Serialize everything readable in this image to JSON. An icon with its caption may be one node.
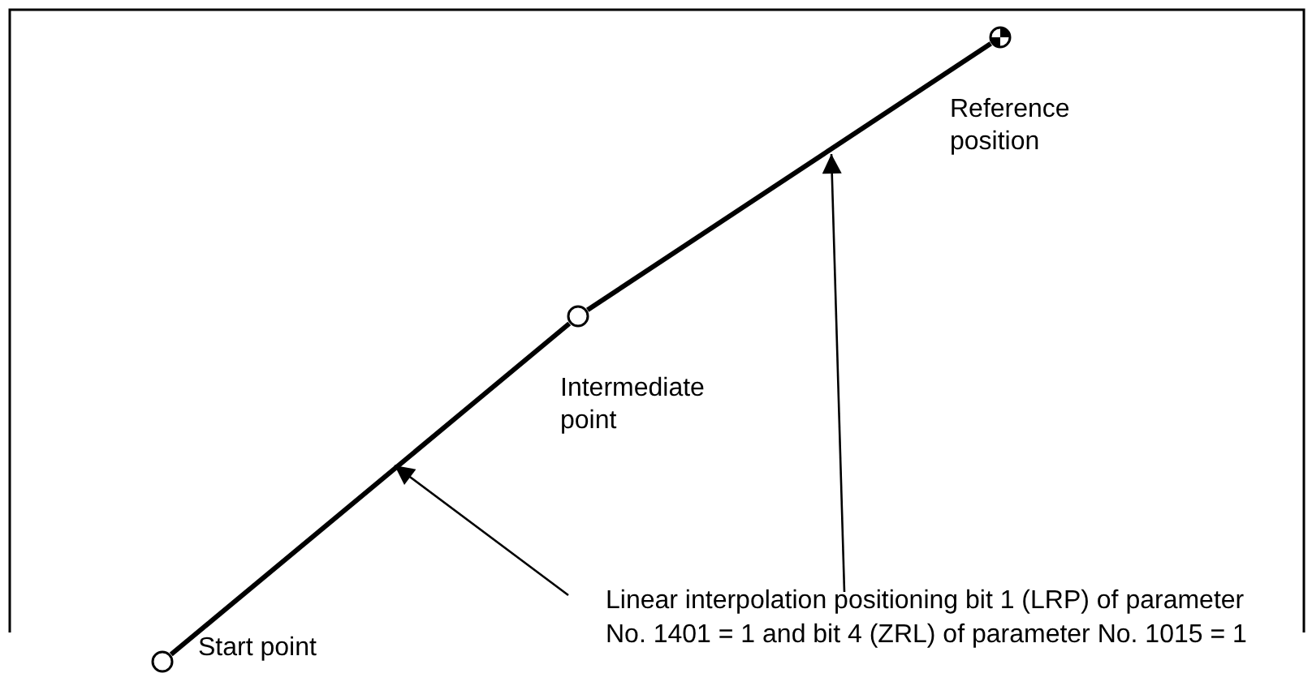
{
  "diagram": {
    "nodes": [
      {
        "text": [],
        "shape": "circle",
        "beside": [
          "Start point"
        ]
      },
      {
        "text": [],
        "shape": "circle",
        "beside": [
          "Intermediate point"
        ]
      },
      {
        "text": [],
        "shape": "circle",
        "beside": [
          "Reference position"
        ]
      },
      {
        "text": [
          "Linear interpolation positioning bit 1 (LRP) of parameter No. 1401 = 1 and bit 4 (ZRL) of parameter No. 1015 = 1"
        ]
      }
    ],
    "edges": [
      {
        "from": 0,
        "to": 1,
        "arrow": "none",
        "style": "thick"
      },
      {
        "from": 1,
        "to": 2,
        "arrow": "none",
        "style": "thick"
      },
      {
        "from": 3,
        "to": null,
        "arrow": "to"
      },
      {
        "from": 3,
        "to": null,
        "arrow": "to"
      }
    ]
  }
}
